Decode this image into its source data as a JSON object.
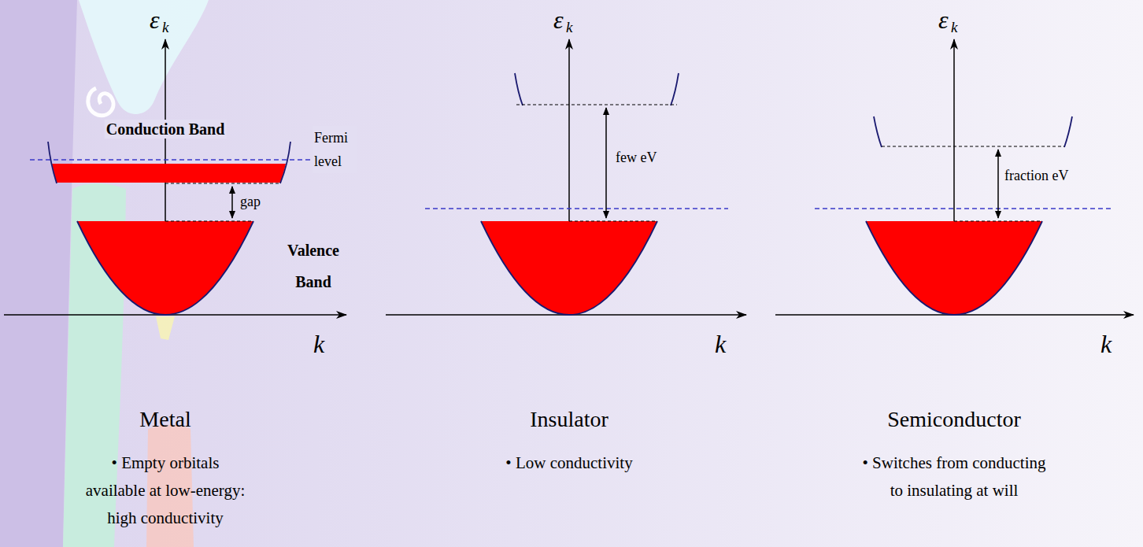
{
  "diagram": {
    "labels": [
      "ε",
      "k",
      "Conduction Band",
      "Fermi level",
      "gap",
      "Valence Band",
      "k",
      "Metal",
      "• Empty orbitals available at low-energy: high conductivity",
      "ε",
      "k",
      "few eV",
      "k",
      "Insulator",
      "• Low conductivity",
      "ε",
      "k",
      "fraction eV",
      "k",
      "Semiconductor",
      "• Switches from conducting to insulating at will"
    ]
  }
}
